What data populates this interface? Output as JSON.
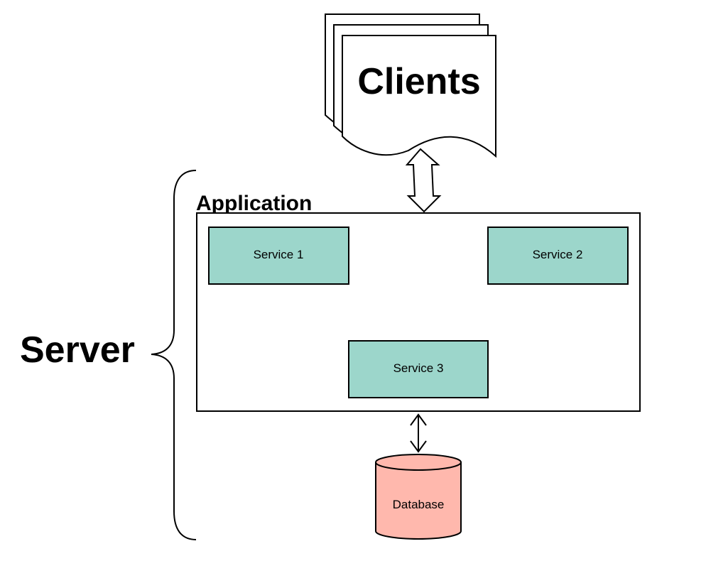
{
  "labels": {
    "clients": "Clients",
    "server": "Server",
    "application": "Application",
    "service_1": "Service 1",
    "service_2": "Service 2",
    "service_3": "Service 3",
    "database": "Database"
  },
  "colors": {
    "service_fill": "#9cd6cb",
    "database_fill": "#ffb8ad",
    "stroke": "#000000",
    "background": "#ffffff"
  }
}
